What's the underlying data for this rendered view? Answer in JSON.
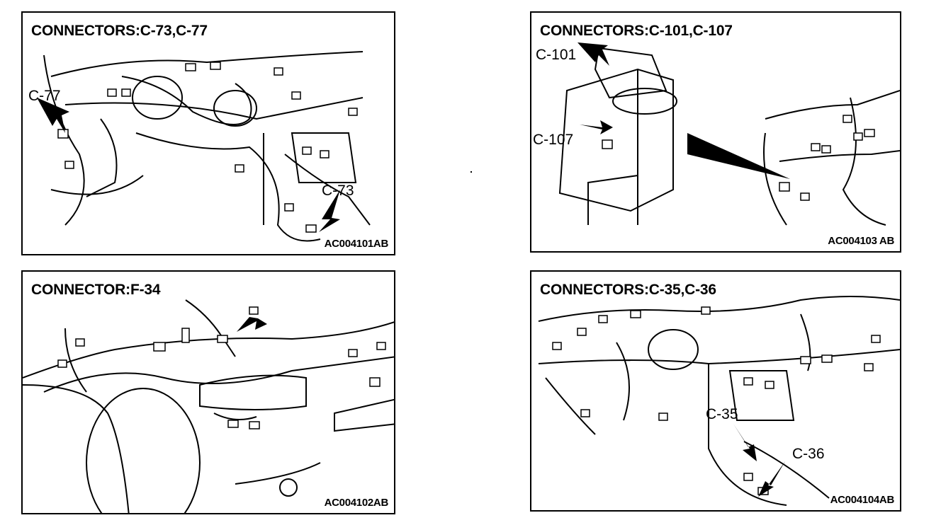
{
  "panels": [
    {
      "title": "CONNECTORS:C-73,C-77",
      "code": "AC004101AB",
      "callouts": [
        "C-77",
        "C-73"
      ]
    },
    {
      "title": "CONNECTORS:C-101,C-107",
      "code": "AC004103 AB",
      "callouts": [
        "C-101",
        "C-107"
      ]
    },
    {
      "title": "CONNECTOR:F-34",
      "code": "AC004102AB",
      "callouts": []
    },
    {
      "title": "CONNECTORS:C-35,C-36",
      "code": "AC004104AB",
      "callouts": [
        "C-35",
        "C-36"
      ]
    }
  ]
}
